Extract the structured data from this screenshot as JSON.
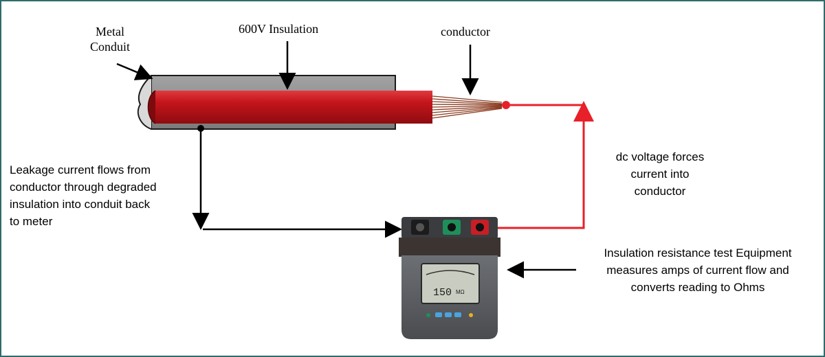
{
  "labels": {
    "metal_conduit": [
      "Metal",
      "Conduit"
    ],
    "insulation": "600V Insulation",
    "conductor": "conductor",
    "leakage": [
      "Leakage current flows from",
      "conductor through degraded",
      "insulation into conduit back",
      "to meter"
    ],
    "dc_voltage": [
      "dc voltage forces",
      "current into",
      "conductor"
    ],
    "equipment": [
      "Insulation resistance test Equipment",
      "measures amps of current flow and",
      "converts reading to Ohms"
    ]
  },
  "meter": {
    "reading": "150",
    "unit": "MΩ"
  },
  "colors": {
    "frame": "#2e6b6b",
    "conduit": "#8c8c8c",
    "insulation": "#c0171c",
    "positive_lead": "#e8202a",
    "negative_lead": "#000000",
    "meter_body": "#5a5d62",
    "meter_screen": "#c9ccc0"
  }
}
